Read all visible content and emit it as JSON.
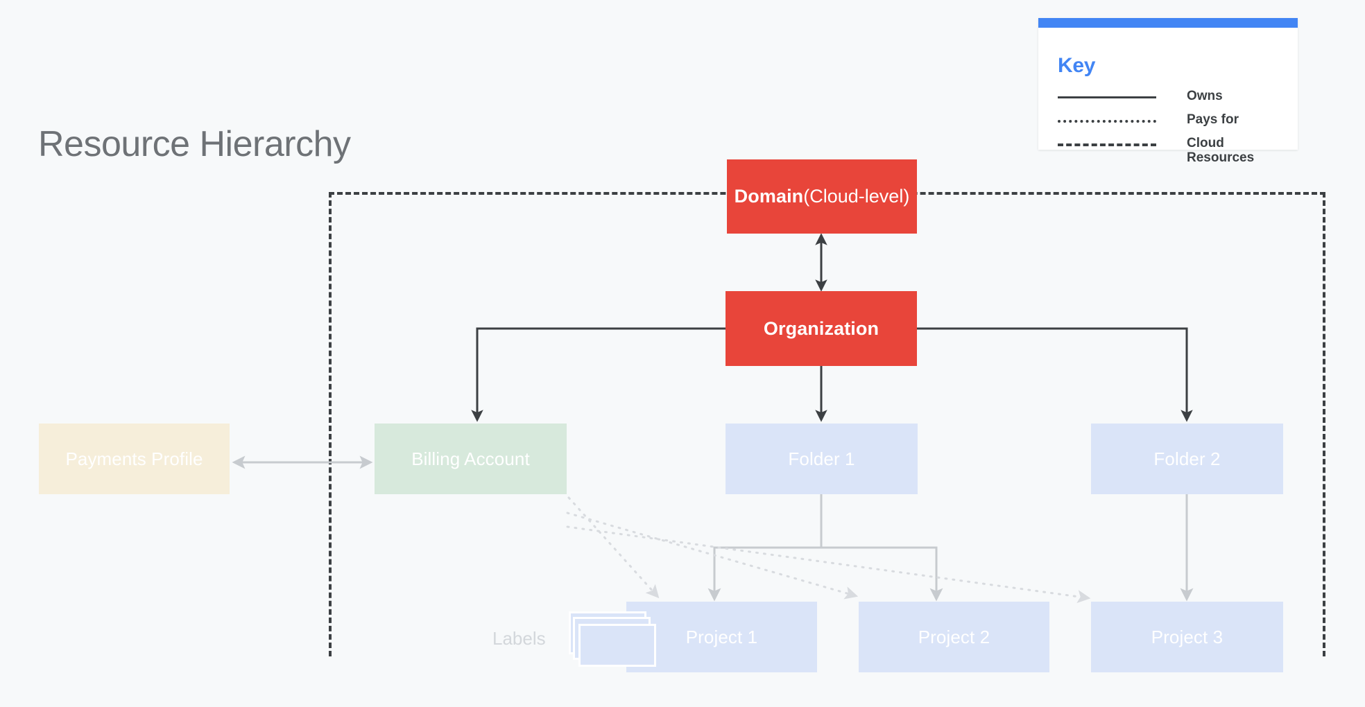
{
  "page": {
    "title": "Resource Hierarchy",
    "background_color": "#f7f9fa"
  },
  "key": {
    "title": "Key",
    "accent_color": "#4285f4",
    "entries": [
      {
        "style": "solid",
        "label": "Owns"
      },
      {
        "style": "dotted",
        "label": "Pays for"
      },
      {
        "style": "dashed",
        "label": "Cloud Resources"
      }
    ]
  },
  "nodes": {
    "domain": {
      "label": "Domain",
      "sub_label": " (Cloud-level)",
      "color": "#e8453a"
    },
    "organization": {
      "label": "Organization",
      "color": "#e8453a"
    },
    "payments_profile": {
      "label": "Payments Profile",
      "color": "#f6eeda"
    },
    "billing_account": {
      "label": "Billing Account",
      "color": "#d7e9dc"
    },
    "folder_1": {
      "label": "Folder 1",
      "color": "#dae4f8"
    },
    "folder_2": {
      "label": "Folder 2",
      "color": "#dae4f8"
    },
    "project_1": {
      "label": "Project 1",
      "color": "#dae4f8"
    },
    "project_2": {
      "label": "Project 2",
      "color": "#dae4f8"
    },
    "project_3": {
      "label": "Project 3",
      "color": "#dae4f8"
    }
  },
  "annotations": {
    "labels_text": "Labels"
  },
  "colors": {
    "dark_line": "#3c4043",
    "light_line": "#c7cbcf",
    "dotted_line": "#dcdfe3",
    "title_text": "#6e7276",
    "node_text": "#ffffff",
    "muted_text": "#d3d7db"
  }
}
